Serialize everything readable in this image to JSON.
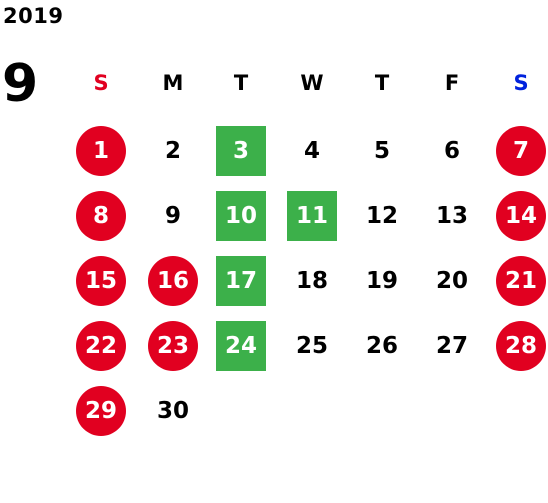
{
  "calendar": {
    "year": "2019",
    "month": "9",
    "weekdays": [
      {
        "label": "S",
        "color": "#e10020"
      },
      {
        "label": "M",
        "color": "#000000"
      },
      {
        "label": "T",
        "color": "#000000"
      },
      {
        "label": "W",
        "color": "#000000"
      },
      {
        "label": "T",
        "color": "#000000"
      },
      {
        "label": "F",
        "color": "#000000"
      },
      {
        "label": "S",
        "color": "#0022dd"
      }
    ],
    "colors": {
      "holiday": "#e10020",
      "event": "#3cb04a"
    },
    "weeks": [
      [
        {
          "label": "1",
          "style": "holiday"
        },
        {
          "label": "2",
          "style": "normal"
        },
        {
          "label": "3",
          "style": "event"
        },
        {
          "label": "4",
          "style": "normal"
        },
        {
          "label": "5",
          "style": "normal"
        },
        {
          "label": "6",
          "style": "normal"
        },
        {
          "label": "7",
          "style": "holiday"
        }
      ],
      [
        {
          "label": "8",
          "style": "holiday"
        },
        {
          "label": "9",
          "style": "normal"
        },
        {
          "label": "10",
          "style": "event"
        },
        {
          "label": "11",
          "style": "event"
        },
        {
          "label": "12",
          "style": "normal"
        },
        {
          "label": "13",
          "style": "normal"
        },
        {
          "label": "14",
          "style": "holiday"
        }
      ],
      [
        {
          "label": "15",
          "style": "holiday"
        },
        {
          "label": "16",
          "style": "holiday"
        },
        {
          "label": "17",
          "style": "event"
        },
        {
          "label": "18",
          "style": "normal"
        },
        {
          "label": "19",
          "style": "normal"
        },
        {
          "label": "20",
          "style": "normal"
        },
        {
          "label": "21",
          "style": "holiday"
        }
      ],
      [
        {
          "label": "22",
          "style": "holiday"
        },
        {
          "label": "23",
          "style": "holiday"
        },
        {
          "label": "24",
          "style": "event"
        },
        {
          "label": "25",
          "style": "normal"
        },
        {
          "label": "26",
          "style": "normal"
        },
        {
          "label": "27",
          "style": "normal"
        },
        {
          "label": "28",
          "style": "holiday"
        }
      ],
      [
        {
          "label": "29",
          "style": "holiday"
        },
        {
          "label": "30",
          "style": "normal"
        }
      ]
    ]
  }
}
